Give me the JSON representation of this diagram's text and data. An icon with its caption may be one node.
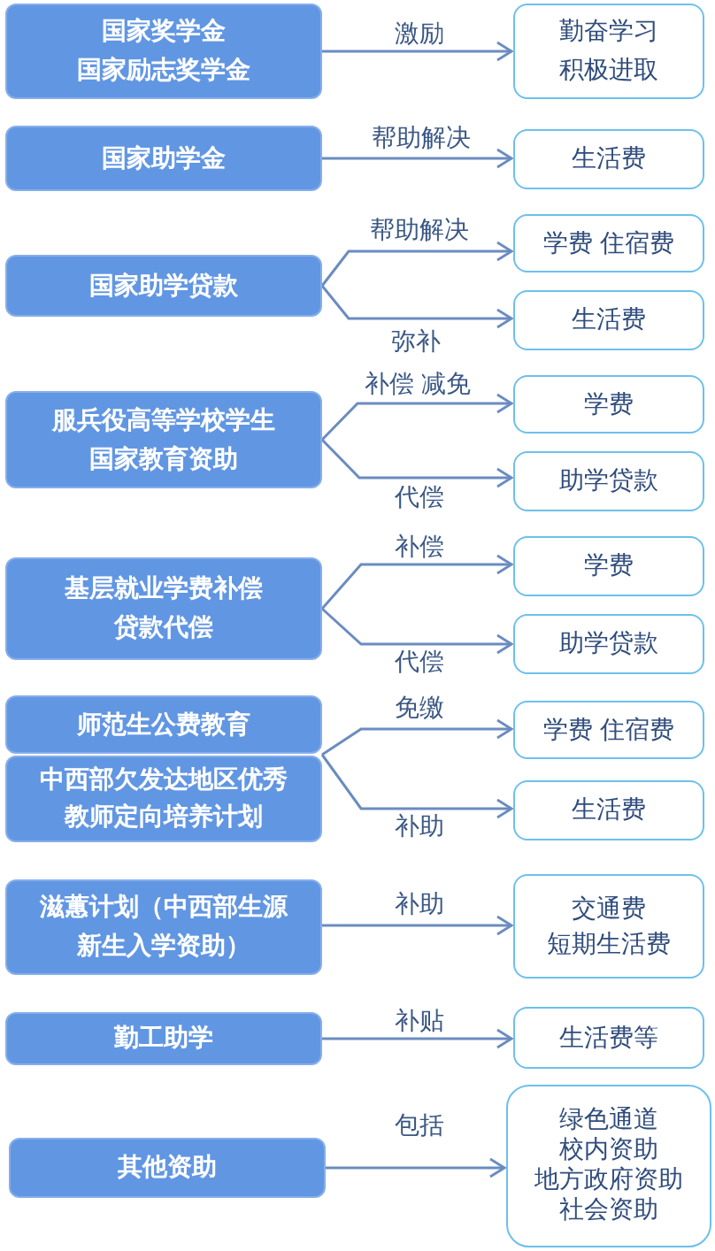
{
  "diagram": {
    "nodes": [
      {
        "text": [
          "国家奖学金",
          "国家励志奖学金"
        ]
      },
      {
        "text": [
          "勤奋学习",
          "积极进取"
        ]
      },
      {
        "text": [
          "国家助学金"
        ]
      },
      {
        "text": [
          "生活费"
        ]
      },
      {
        "text": [
          "国家助学贷款"
        ]
      },
      {
        "text": [
          "学费 住宿费"
        ]
      },
      {
        "text": [
          "生活费"
        ]
      },
      {
        "text": [
          "服兵役高等学校学生国家教育资助"
        ]
      },
      {
        "text": [
          "学费"
        ]
      },
      {
        "text": [
          "助学贷款"
        ]
      },
      {
        "text": [
          "基层就业学费补偿贷款代偿"
        ]
      },
      {
        "text": [
          "学费"
        ]
      },
      {
        "text": [
          "助学贷款"
        ]
      },
      {
        "text": [
          "师范生公费教育"
        ]
      },
      {
        "text": [
          "中西部欠发达地区优秀教师定向培养计划"
        ]
      },
      {
        "text": [
          "学费 住宿费"
        ]
      },
      {
        "text": [
          "生活费"
        ]
      },
      {
        "text": [
          "滋蕙计划（中西部生源新生入学资助）"
        ]
      },
      {
        "text": [
          "交通费",
          "短期生活费"
        ]
      },
      {
        "text": [
          "勤工助学"
        ]
      },
      {
        "text": [
          "生活费等"
        ]
      },
      {
        "text": [
          "其他资助"
        ]
      },
      {
        "text": [
          "绿色通道",
          "校内资助",
          "地方政府资助",
          "社会资助"
        ]
      }
    ],
    "edges": [
      {
        "from": 0,
        "to": 1,
        "arrow": "to",
        "label": "激励"
      },
      {
        "from": 2,
        "to": 3,
        "arrow": "to",
        "label": "帮助解决"
      },
      {
        "from": 4,
        "to": 5,
        "arrow": "to",
        "label": "帮助解决"
      },
      {
        "from": 4,
        "to": 6,
        "arrow": "to",
        "label": "弥补"
      },
      {
        "from": 7,
        "to": 8,
        "arrow": "to",
        "label": "补偿 减免"
      },
      {
        "from": 7,
        "to": 9,
        "arrow": "to",
        "label": "代偿"
      },
      {
        "from": 10,
        "to": 11,
        "arrow": "to",
        "label": "补偿"
      },
      {
        "from": 10,
        "to": 12,
        "arrow": "to",
        "label": "代偿"
      },
      {
        "from": 13,
        "to": 15,
        "arrow": "to",
        "label": "免缴"
      },
      {
        "from": 13,
        "to": 16,
        "arrow": "to",
        "label": "补助"
      },
      {
        "from": 14,
        "to": 15,
        "arrow": "to"
      },
      {
        "from": 14,
        "to": 16,
        "arrow": "to"
      },
      {
        "from": 17,
        "to": 18,
        "arrow": "to",
        "label": "补助"
      },
      {
        "from": 19,
        "to": 20,
        "arrow": "to",
        "label": "补贴"
      },
      {
        "from": 21,
        "to": 22,
        "arrow": "to",
        "label": "包括"
      }
    ]
  }
}
